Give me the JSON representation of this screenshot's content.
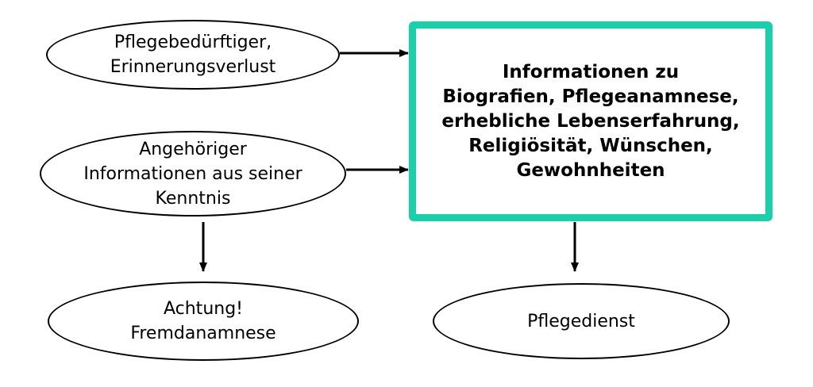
{
  "colors": {
    "box_border": "#1ad0aa",
    "stroke": "#000000"
  },
  "nodes": {
    "patient": {
      "lines": [
        "Pflegebedürftiger,",
        "Erinnerungsverlust"
      ]
    },
    "relative": {
      "lines": [
        "Angehöriger",
        "Informationen aus seiner",
        "Kenntnis"
      ]
    },
    "attention": {
      "lines": [
        "Achtung!",
        "Fremdanamnese"
      ]
    },
    "info": {
      "lines": [
        "Informationen zu",
        "Biografien, Pflegeanamnese,",
        "erhebliche Lebenserfahrung,",
        "Religiösität, Wünschen,",
        "Gewohnheiten"
      ]
    },
    "service": {
      "lines": [
        "Pflegedienst"
      ]
    }
  },
  "edges": [
    {
      "from": "patient",
      "to": "info"
    },
    {
      "from": "relative",
      "to": "info"
    },
    {
      "from": "relative",
      "to": "attention"
    },
    {
      "from": "info",
      "to": "service"
    }
  ]
}
